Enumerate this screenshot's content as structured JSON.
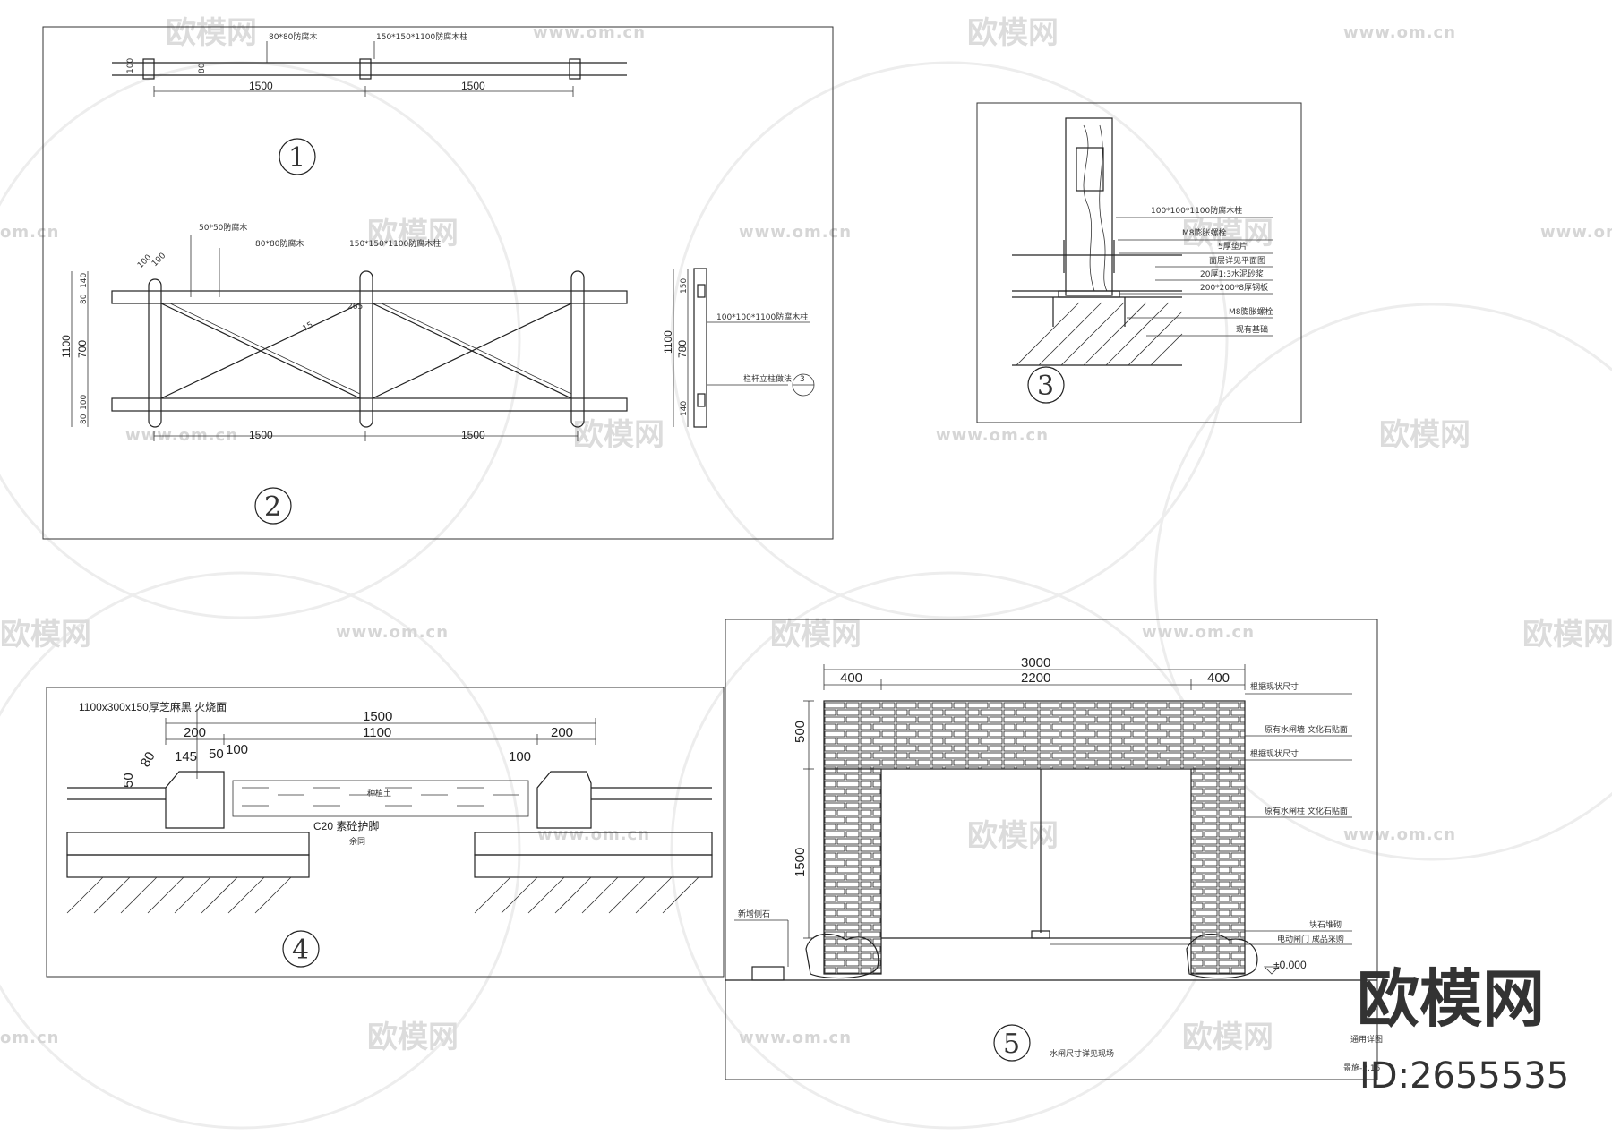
{
  "watermark": {
    "brand": "欧模网",
    "url": "www.om.cn",
    "url_short": "om.cn"
  },
  "brand": {
    "logo": "欧模网",
    "id": "ID:2655535"
  },
  "details": {
    "d1": {
      "number": "1",
      "dim_a": "1500",
      "dim_b": "1500",
      "label_rail": "150*150*1100防腐木柱",
      "label_top": "80*80防腐木",
      "dim_v": "80",
      "dim_v2": "100"
    },
    "d2": {
      "number": "2",
      "dim_a": "1500",
      "dim_b": "1500",
      "label_a": "50*50防腐木",
      "label_b": "80*80防腐木",
      "label_c": "150*150*1100防腐木柱",
      "label_d": "100*100*1100防腐木柱",
      "label_e": "栏杆立柱做法",
      "ref": "3",
      "v_total": "1100",
      "v_mid": "700",
      "v_top": "140",
      "v_top2": "80",
      "v_bot": "100",
      "v_bot2": "80",
      "r_total": "1100",
      "r_mid": "780",
      "r_top": "150",
      "r_bot": "140",
      "post_a": "100",
      "post_b": "100",
      "center": "265",
      "diag": "15"
    },
    "d3": {
      "number": "3",
      "labels": [
        "100*100*1100防腐木柱",
        "M8膨胀螺栓",
        "5厚垫片",
        "面层详见平面图",
        "20厚1:3水泥砂浆",
        "200*200*8厚钢板",
        "M8膨胀螺栓",
        "现有基础"
      ]
    },
    "d4": {
      "number": "4",
      "label_top": "1100x300x150厚芝麻黑 火烧面",
      "dim_total": "1500",
      "dim_a": "200",
      "dim_b": "1100",
      "dim_c": "200",
      "dim_d": "145",
      "dim_e": "50",
      "dim_f": "100",
      "dim_g": "100",
      "dim_h": "50",
      "dim_i": "80",
      "label_soil": "种植土",
      "label_c20": "C20  素砼护脚",
      "label_base": "余同"
    },
    "d5": {
      "number": "5",
      "dim_total": "3000",
      "dim_l": "400",
      "dim_m": "2200",
      "dim_r": "400",
      "dim_v1": "500",
      "dim_v2": "1500",
      "level": "±0.000",
      "labels": [
        "根据现状尺寸",
        "原有水闸墙  文化石贴面",
        "根据现状尺寸",
        "原有水闸柱  文化石贴面",
        "块石堆砌",
        "电动闸门  成品采购"
      ],
      "label_left": "新增侧石",
      "caption": "水闸尺寸详见现场",
      "sheet": "通用详图",
      "sheet_no": "景施-2.16"
    }
  }
}
